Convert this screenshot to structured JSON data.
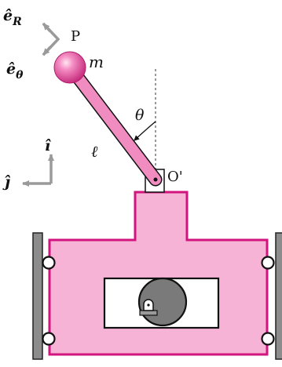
{
  "labels": {
    "e_R": "ê",
    "e_R_sub": "R",
    "e_theta": "ê",
    "e_theta_sub": "θ",
    "point": "P",
    "mass": "m",
    "angle": "θ",
    "length": "ℓ",
    "pivot": "O'",
    "i_hat": "î",
    "j_hat": "ĵ"
  },
  "colors": {
    "cart_fill": "#f7b3d6",
    "cart_stroke": "#d1147e",
    "rod_fill": "#f08cc0",
    "ball": "#e0509a",
    "ball_highlight": "#ffe6f2",
    "rail_fill": "#8c8c8c",
    "arrow_gray": "#9a9a9a",
    "motor_fill": "#7a7a7a",
    "line_dark": "#111111"
  }
}
